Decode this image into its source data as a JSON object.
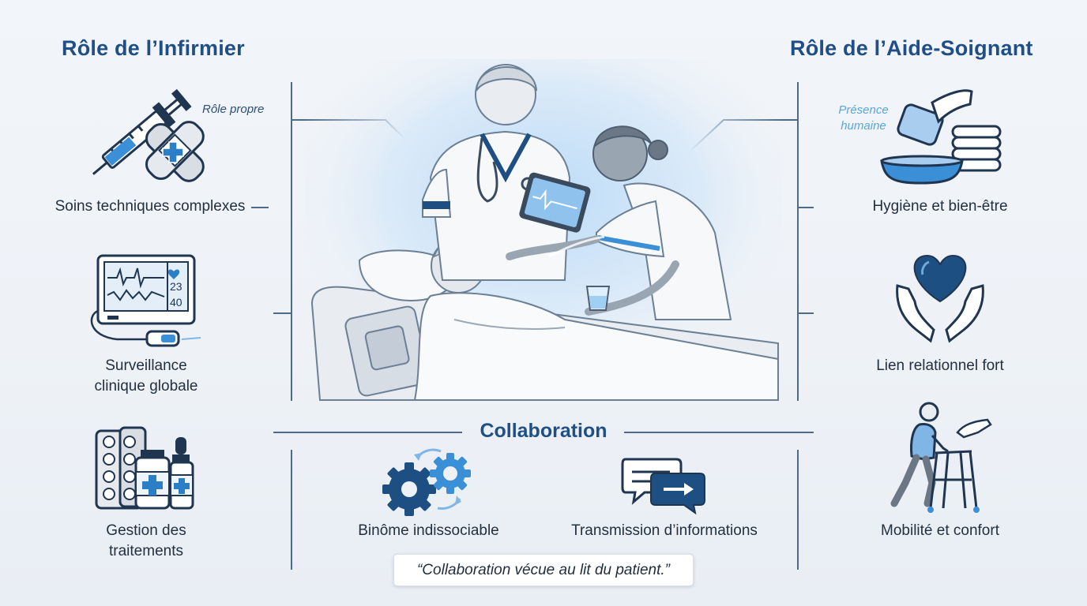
{
  "left": {
    "title": "Rôle de l’Infirmier",
    "note": "Rôle propre",
    "items": [
      {
        "label": "Soins techniques complexes",
        "icon": "syringe-bandage-icon"
      },
      {
        "label_line1": "Surveillance",
        "label_line2": "clinique globale",
        "icon": "monitor-icon",
        "monitor_values": [
          "23",
          "40"
        ]
      },
      {
        "label_line1": "Gestion des",
        "label_line2": "traitements",
        "icon": "medication-icon"
      }
    ]
  },
  "right": {
    "title": "Rôle de l’Aide-Soignant",
    "note_line1": "Présence",
    "note_line2": "humaine",
    "items": [
      {
        "label": "Hygiène et bien-être",
        "icon": "hygiene-basin-icon"
      },
      {
        "label": "Lien relationnel fort",
        "icon": "heart-hands-icon"
      },
      {
        "label": "Mobilité et confort",
        "icon": "walker-icon"
      }
    ]
  },
  "collaboration": {
    "title": "Collaboration",
    "items": [
      {
        "label": "Binôme indissociable",
        "icon": "gears-icon"
      },
      {
        "label": "Transmission d’informations",
        "icon": "speech-bubbles-icon"
      }
    ],
    "quote": "“Collaboration vécue au lit du patient.”"
  },
  "colors": {
    "title": "#1f4f86",
    "navy": "#1d4f82",
    "accent": "#3b8fd6",
    "note_light": "#5aa5dd",
    "line": "#4d6a88"
  }
}
